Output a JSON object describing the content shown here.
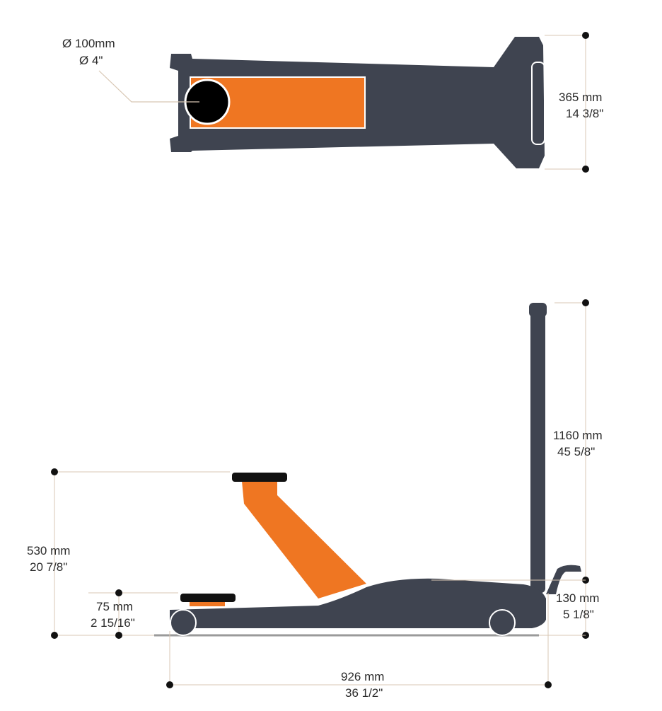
{
  "colors": {
    "body": "#3f4450",
    "accent": "#ef7622",
    "outline": "#ffffff",
    "leader": "#d8c7b4",
    "dim": "#111111",
    "ground": "#9a9a9a"
  },
  "top_view": {
    "diameter_mm": "Ø 100mm",
    "diameter_in": "Ø 4\"",
    "width_mm": "365 mm",
    "width_in": "14 3/8\""
  },
  "side_view": {
    "handle_height_mm": "1160 mm",
    "handle_height_in": "45 5/8\"",
    "max_lift_mm": "530 mm",
    "max_lift_in": "20 7/8\"",
    "min_height_mm": "75 mm",
    "min_height_in": "2 15/16\"",
    "frame_height_mm": "130 mm",
    "frame_height_in": "5 1/8\"",
    "length_mm": "926 mm",
    "length_in": "36 1/2\""
  }
}
